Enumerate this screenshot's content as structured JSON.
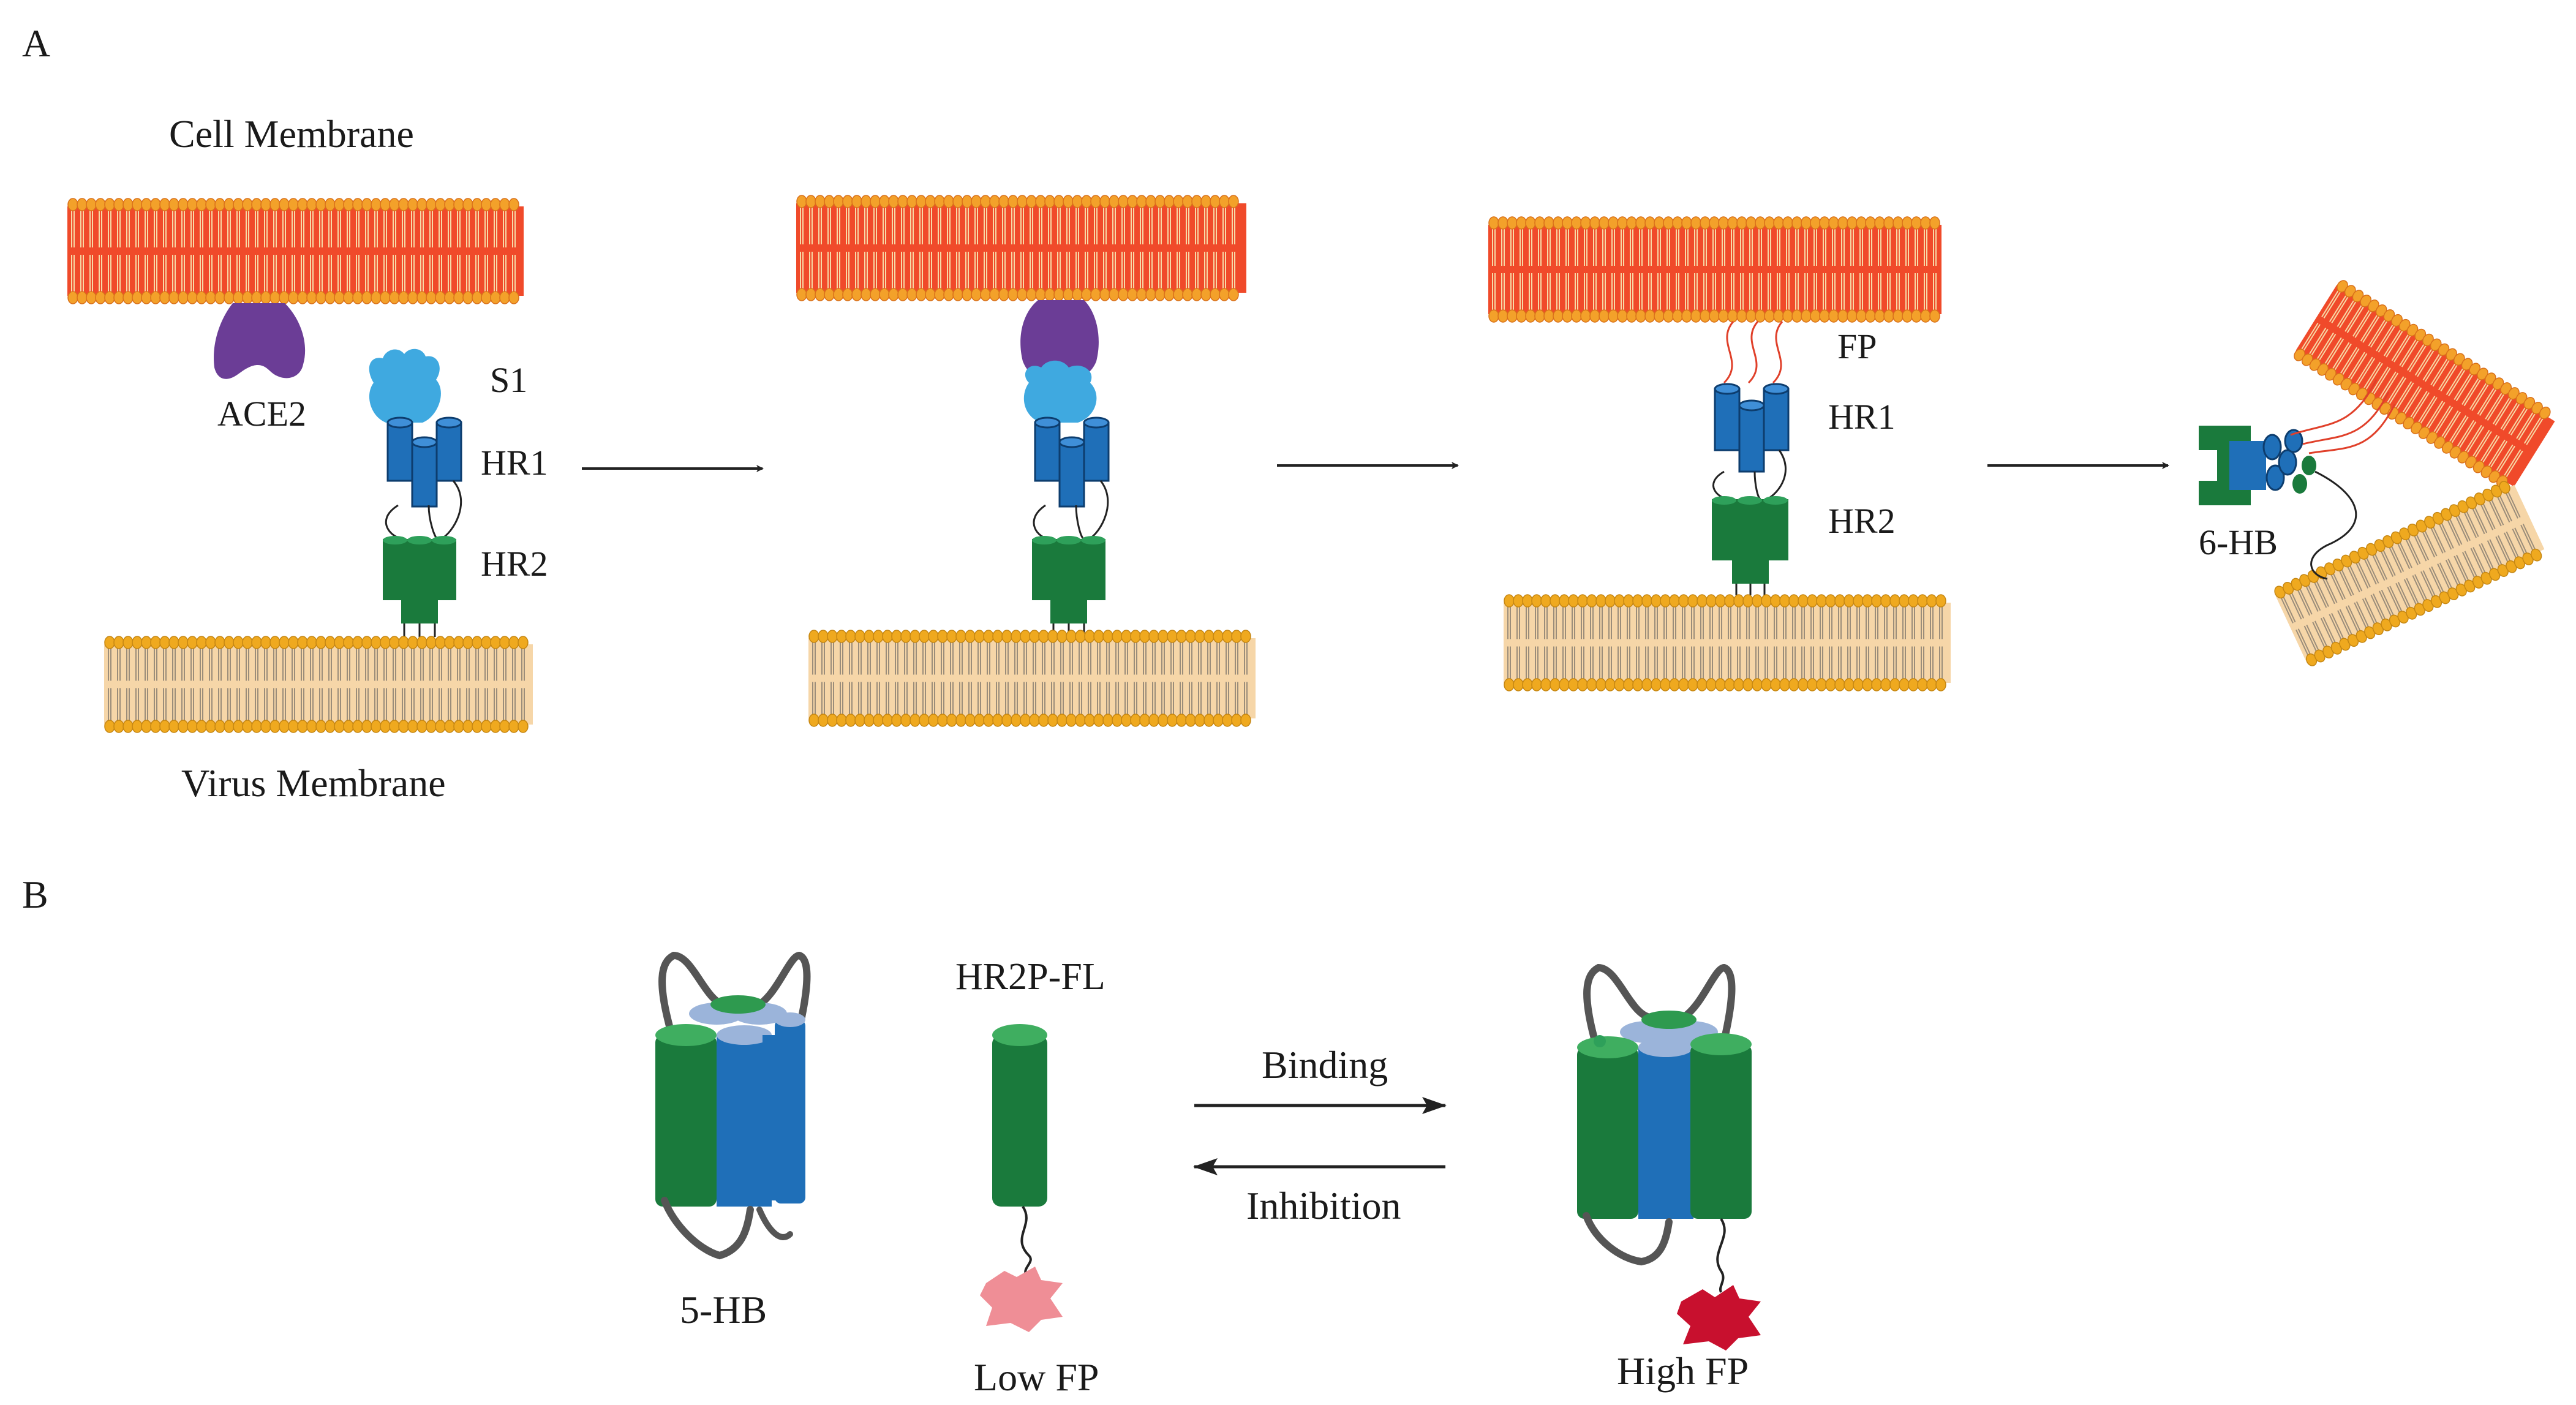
{
  "panels": {
    "a": {
      "letter": "A",
      "cell_membrane": "Cell Membrane",
      "virus_membrane": "Virus Membrane",
      "ace2": "ACE2",
      "s1": "S1",
      "hr1": "HR1",
      "hr2": "HR2",
      "fp": "FP",
      "six_hb": "6-HB"
    },
    "b": {
      "letter": "B",
      "five_hb": "5-HB",
      "hr2p_fl": "HR2P-FL",
      "binding": "Binding",
      "inhibition": "Inhibition",
      "low_fp": "Low FP",
      "high_fp": "High FP"
    }
  },
  "colors": {
    "cell_membrane_fill": "#f04a2a",
    "cell_membrane_head": "#f3a12a",
    "virus_membrane_fill": "#f6d6a8",
    "virus_membrane_head": "#efa91f",
    "ace2": "#6b3d96",
    "s1": "#3fa9e0",
    "hr1": "#1f6fb8",
    "hr2": "#1a7a3c",
    "fp_line": "#e0402a",
    "low_fp_fluor": "#ef8e96",
    "high_fp_fluor": "#c8102e"
  }
}
